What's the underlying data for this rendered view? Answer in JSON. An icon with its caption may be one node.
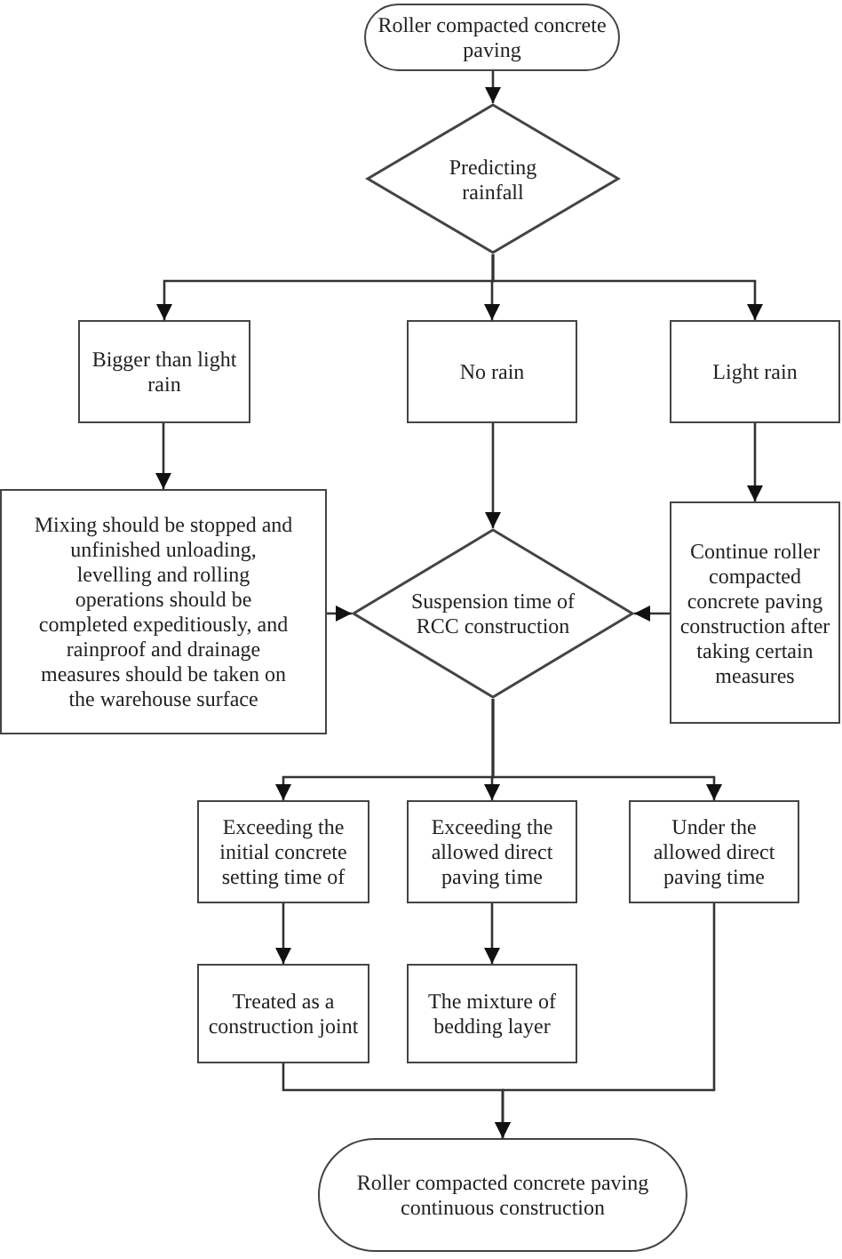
{
  "diagram": {
    "nodes": [
      {
        "text": [
          "Roller compacted concrete paving"
        ]
      },
      {
        "text": [
          "Predicting rainfall"
        ]
      },
      {
        "text": [
          "Bigger than light rain"
        ]
      },
      {
        "text": [
          "No rain"
        ]
      },
      {
        "text": [
          "Light rain"
        ]
      },
      {
        "text": [
          "Mixing should be stopped and unfinished unloading, levelling and rolling operations should be completed expeditiously, and rainproof and drainage measures should be taken on the warehouse surface"
        ]
      },
      {
        "text": [
          "Suspension time of RCC construction"
        ]
      },
      {
        "text": [
          "Continue roller compacted concrete paving construction after taking certain measures"
        ]
      },
      {
        "text": [
          "Exceeding the initial concrete setting time of"
        ]
      },
      {
        "text": [
          "Exceeding the allowed direct paving time"
        ]
      },
      {
        "text": [
          "Under the allowed direct paving time"
        ]
      },
      {
        "text": [
          "Treated as a construction joint"
        ]
      },
      {
        "text": [
          "The mixture of bedding layer"
        ]
      },
      {
        "text": [
          "Roller compacted concrete paving continuous construction"
        ]
      }
    ],
    "edges": [
      {
        "from": 0,
        "to": 1,
        "arrow": "to"
      },
      {
        "from": 1,
        "to": 2,
        "arrow": "to"
      },
      {
        "from": 1,
        "to": 3,
        "arrow": "to"
      },
      {
        "from": 1,
        "to": 4,
        "arrow": "to"
      },
      {
        "from": 2,
        "to": 5,
        "arrow": "to"
      },
      {
        "from": 3,
        "to": 6,
        "arrow": "to"
      },
      {
        "from": 4,
        "to": 7,
        "arrow": "to"
      },
      {
        "from": 5,
        "to": 6,
        "arrow": "to"
      },
      {
        "from": 7,
        "to": 6,
        "arrow": "to"
      },
      {
        "from": 6,
        "to": 8,
        "arrow": "to"
      },
      {
        "from": 6,
        "to": 9,
        "arrow": "to"
      },
      {
        "from": 6,
        "to": 10,
        "arrow": "to"
      },
      {
        "from": 8,
        "to": 11,
        "arrow": "to"
      },
      {
        "from": 9,
        "to": 12,
        "arrow": "to"
      },
      {
        "from": 11,
        "to": 13,
        "arrow": "to"
      },
      {
        "from": 10,
        "to": 13,
        "arrow": "to"
      }
    ]
  }
}
